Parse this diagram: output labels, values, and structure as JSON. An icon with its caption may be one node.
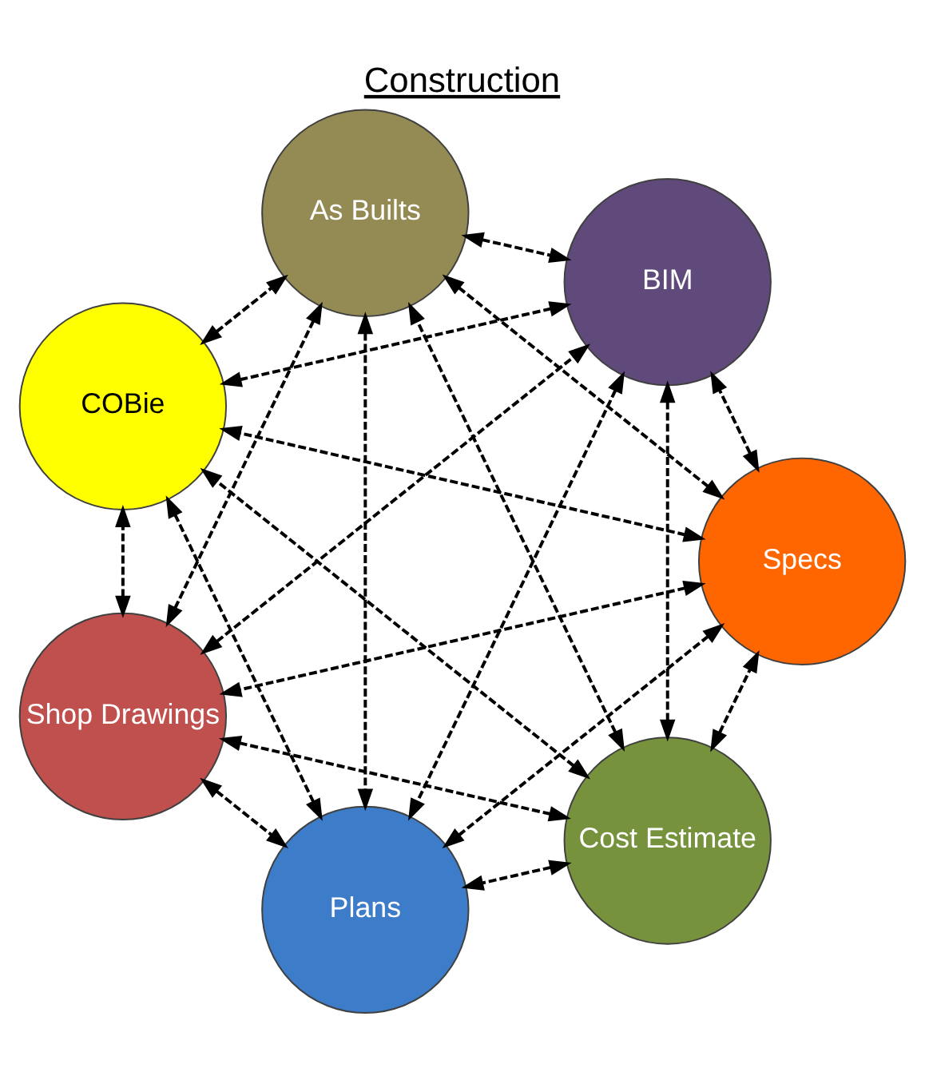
{
  "diagram": {
    "title": "Construction",
    "nodes": [
      {
        "text": [
          "Cost Estimate"
        ]
      },
      {
        "text": [
          "Specs"
        ]
      },
      {
        "text": [
          "Shop Drawings"
        ]
      },
      {
        "text": [
          "COBie"
        ]
      },
      {
        "text": [
          "As Builts"
        ]
      },
      {
        "text": [
          "BIM"
        ]
      },
      {
        "text": [
          "Plans"
        ]
      }
    ],
    "edges": [
      {
        "from": 0,
        "to": 1,
        "arrow": "both",
        "style": "dashed"
      },
      {
        "from": 0,
        "to": 2,
        "arrow": "both",
        "style": "dashed"
      },
      {
        "from": 0,
        "to": 3,
        "arrow": "both",
        "style": "dashed"
      },
      {
        "from": 0,
        "to": 4,
        "arrow": "both",
        "style": "dashed"
      },
      {
        "from": 0,
        "to": 5,
        "arrow": "both",
        "style": "dashed"
      },
      {
        "from": 0,
        "to": 6,
        "arrow": "both",
        "style": "dashed"
      },
      {
        "from": 1,
        "to": 2,
        "arrow": "both",
        "style": "dashed"
      },
      {
        "from": 1,
        "to": 3,
        "arrow": "both",
        "style": "dashed"
      },
      {
        "from": 1,
        "to": 4,
        "arrow": "both",
        "style": "dashed"
      },
      {
        "from": 1,
        "to": 5,
        "arrow": "both",
        "style": "dashed"
      },
      {
        "from": 1,
        "to": 6,
        "arrow": "both",
        "style": "dashed"
      },
      {
        "from": 2,
        "to": 3,
        "arrow": "both",
        "style": "dashed"
      },
      {
        "from": 2,
        "to": 4,
        "arrow": "both",
        "style": "dashed"
      },
      {
        "from": 2,
        "to": 5,
        "arrow": "both",
        "style": "dashed"
      },
      {
        "from": 2,
        "to": 6,
        "arrow": "both",
        "style": "dashed"
      },
      {
        "from": 3,
        "to": 4,
        "arrow": "both",
        "style": "dashed"
      },
      {
        "from": 3,
        "to": 5,
        "arrow": "both",
        "style": "dashed"
      },
      {
        "from": 3,
        "to": 6,
        "arrow": "both",
        "style": "dashed"
      },
      {
        "from": 4,
        "to": 5,
        "arrow": "both",
        "style": "dashed"
      },
      {
        "from": 4,
        "to": 6,
        "arrow": "both",
        "style": "dashed"
      },
      {
        "from": 5,
        "to": 6,
        "arrow": "both",
        "style": "dashed"
      }
    ]
  }
}
